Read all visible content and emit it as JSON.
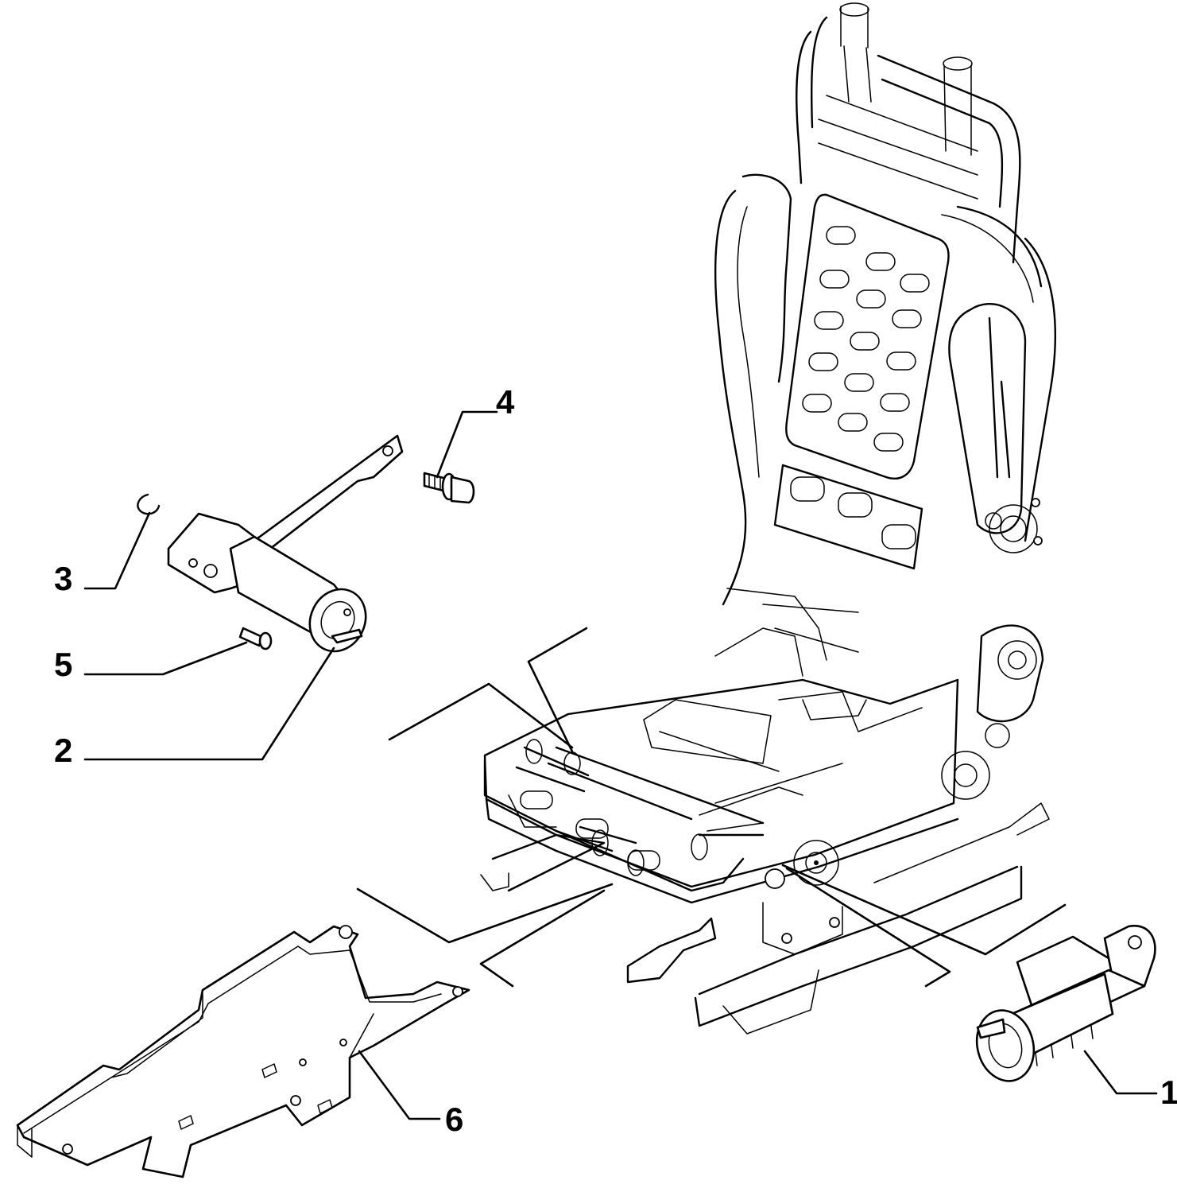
{
  "callouts": [
    {
      "id": "1",
      "label": "1"
    },
    {
      "id": "2",
      "label": "2"
    },
    {
      "id": "3",
      "label": "3"
    },
    {
      "id": "4",
      "label": "4"
    },
    {
      "id": "5",
      "label": "5"
    },
    {
      "id": "6",
      "label": "6"
    }
  ],
  "icons": {
    "seat-frame": "seat-frame-icon",
    "motor-1": "electric-motor-icon",
    "motor-2": "electric-motor-icon",
    "clip-3": "circlip-icon",
    "screw-4": "flange-screw-icon",
    "bolt-5": "bolt-icon",
    "bracket-6": "mounting-bracket-icon"
  }
}
